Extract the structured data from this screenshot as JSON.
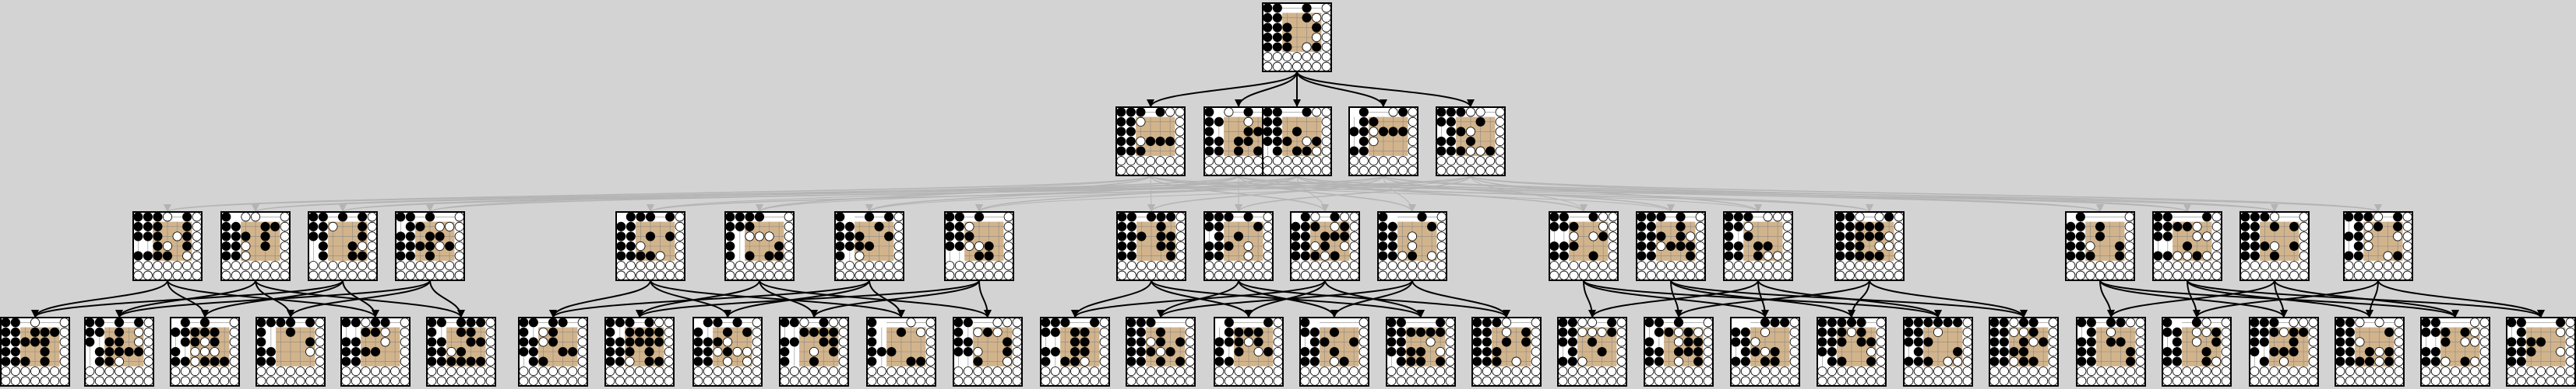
{
  "diagram": {
    "type": "game-tree",
    "description_levels": [
      "root",
      "level-1",
      "level-2",
      "level-3"
    ],
    "board_size": 7,
    "colors": {
      "background": "#d3d3d3",
      "board": "#d2b48c",
      "black_stone": "#000000",
      "white_stone": "#ffffff",
      "edge_primary": "#000000",
      "edge_secondary": "#b4b4b4"
    },
    "legend": null
  }
}
